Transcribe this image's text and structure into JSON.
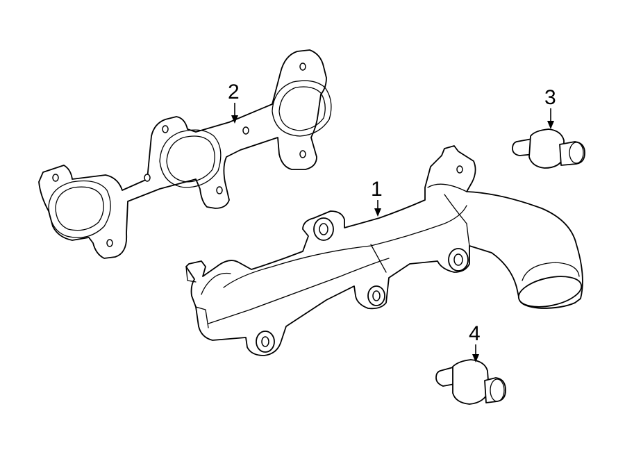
{
  "callouts": [
    {
      "id": "manifold",
      "label": "1"
    },
    {
      "id": "gasket",
      "label": "2"
    },
    {
      "id": "stud-upper",
      "label": "3"
    },
    {
      "id": "stud-lower",
      "label": "4"
    }
  ],
  "colors": {
    "line": "#000000",
    "background": "#ffffff"
  }
}
